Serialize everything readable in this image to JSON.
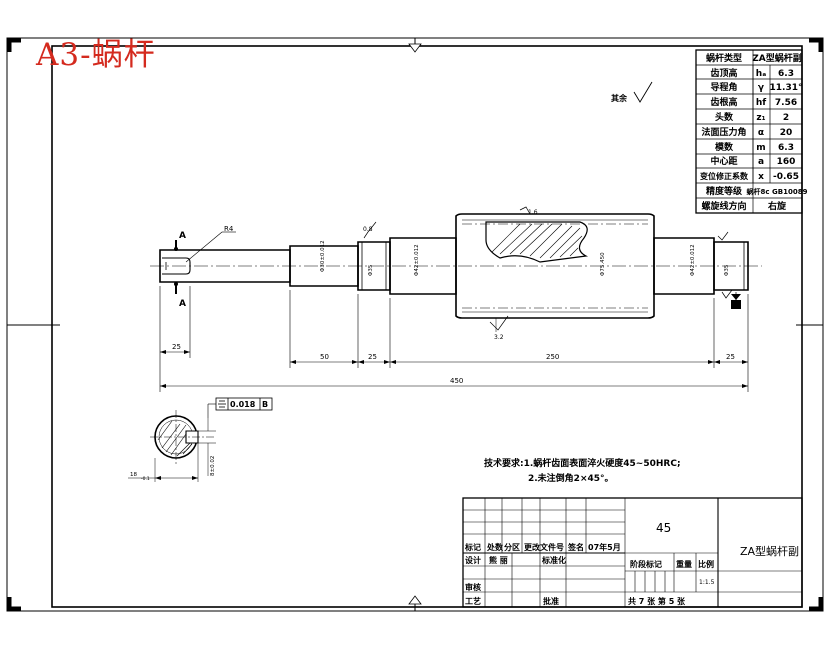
{
  "sheet": {
    "label": "A3-蜗杆"
  },
  "params_table": {
    "rows": [
      {
        "name": "蜗杆类型",
        "symbol": "",
        "value": "ZA型蜗杆副"
      },
      {
        "name": "齿顶高",
        "symbol": "hₐ",
        "value": "6.3"
      },
      {
        "name": "导程角",
        "symbol": "γ",
        "value": "11.31°"
      },
      {
        "name": "齿根高",
        "symbol": "hf",
        "value": "7.56"
      },
      {
        "name": "头数",
        "symbol": "z₁",
        "value": "2"
      },
      {
        "name": "法面压力角",
        "symbol": "α",
        "value": "20"
      },
      {
        "name": "模数",
        "symbol": "m",
        "value": "6.3"
      },
      {
        "name": "中心距",
        "symbol": "a",
        "value": "160"
      },
      {
        "name": "变位修正系数",
        "symbol": "x",
        "value": "-0.65"
      },
      {
        "name": "精度等级",
        "symbol": "",
        "value": "蜗杆8c GB10089"
      },
      {
        "name": "螺旋线方向",
        "symbol": "",
        "value": "右旋"
      }
    ]
  },
  "surface_mark": {
    "rest_label": "其余"
  },
  "annotations": {
    "section_a_top": "A",
    "section_a_bottom": "A",
    "radius": "R4",
    "roughness_08": "0.8",
    "roughness_16": "1.6",
    "roughness_32": "3.2",
    "tolerance": "0.018",
    "datum": "B",
    "keyway_dim": "18",
    "keyway_dim_tol": "-0.1",
    "keyway_depth": "8±0.02",
    "dia_30": "Φ30±0.012",
    "dia_35a": "Φ35",
    "dia_42": "Φ42±0.012",
    "dia_75": "Φ75.450",
    "dia_42b": "Φ42±0.012",
    "dia_35b": "Φ35"
  },
  "dimensions": {
    "d25_left": "25",
    "d50": "50",
    "d25_mid": "25",
    "d250": "250",
    "d25_right": "25",
    "d450": "450"
  },
  "tech_requirements": {
    "line1": "技术要求:1.蜗杆齿面表面淬火硬度45~50HRC;",
    "line2": "2.未注倒角2×45°。"
  },
  "title_block": {
    "material": "45",
    "drawing_name": "ZA型蜗杆副",
    "headers": [
      "标记",
      "处数",
      "分区",
      "更改文件号",
      "签名",
      "07年5月"
    ],
    "row_design": [
      "设计",
      "熊 丽",
      "",
      "标准化"
    ],
    "stage_mark": "阶段标记",
    "weight": "重量",
    "scale": "比例",
    "scale_value": "1:1.5",
    "review": "审核",
    "process": "工艺",
    "approve": "批准",
    "sheets": "共 7 张 第 5 张"
  }
}
